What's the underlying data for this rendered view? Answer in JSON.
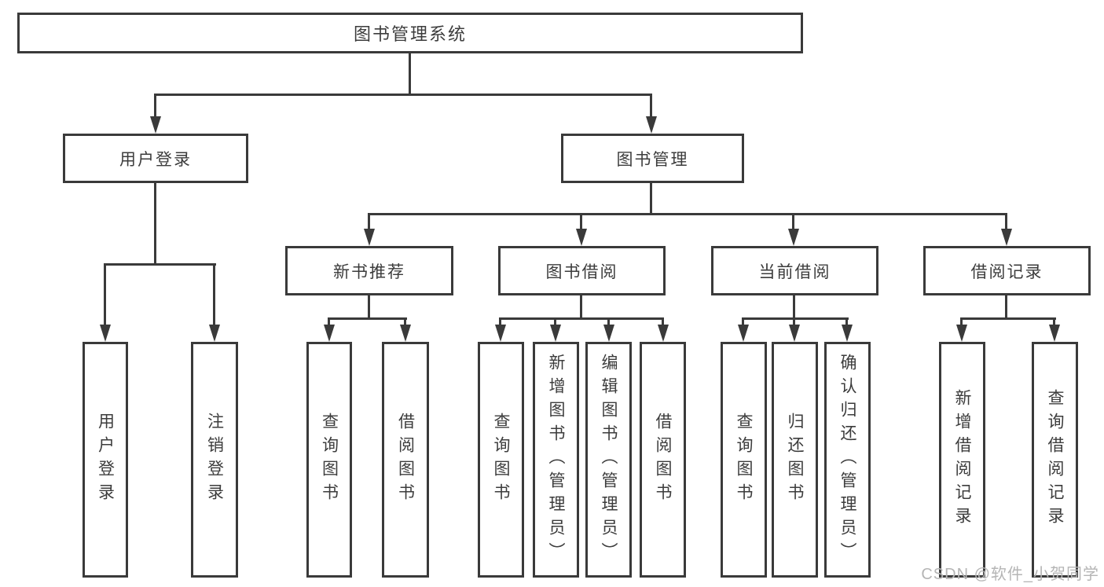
{
  "tree": {
    "root": {
      "label": "图书管理系统"
    },
    "branches": [
      {
        "label": "用户登录",
        "leaves": [
          "用户登录",
          "注销登录"
        ]
      },
      {
        "label": "图书管理",
        "sections": [
          {
            "label": "新书推荐",
            "leaves": [
              "查询图书",
              "借阅图书"
            ]
          },
          {
            "label": "图书借阅",
            "leaves": [
              "查询图书",
              "新增图书（管理员）",
              "编辑图书（管理员）",
              "借阅图书"
            ]
          },
          {
            "label": "当前借阅",
            "leaves": [
              "查询图书",
              "归还图书",
              "确认归还（管理员）"
            ]
          },
          {
            "label": "借阅记录",
            "leaves": [
              "新增借阅记录",
              "查询借阅记录"
            ]
          }
        ]
      }
    ]
  },
  "watermark": {
    "text": "CSDN @软件_小贺同学"
  },
  "colors": {
    "line": "#3a3a3a",
    "text": "#3c3c3c",
    "watermark": "#b5b5b5",
    "background": "#ffffff"
  }
}
